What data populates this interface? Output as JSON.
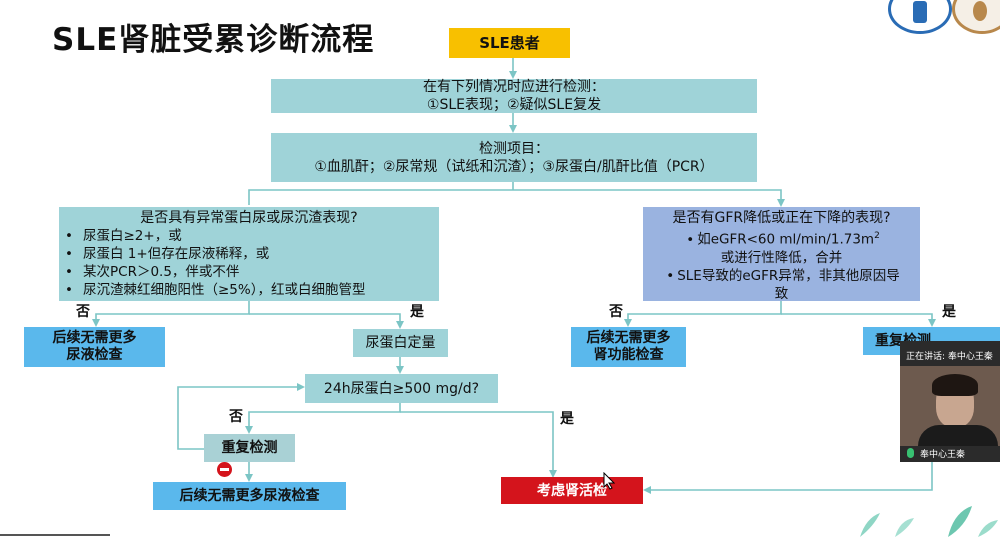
{
  "title": "SLE肾脏受累诊断流程",
  "nodes": {
    "start": "SLE患者",
    "screen_line1": "在有下列情况时应进行检测：",
    "screen_line2": "①SLE表现；②疑似SLE复发",
    "tests_line1": "检测项目：",
    "tests_line2": "①血肌酐；②尿常规（试纸和沉渣）；③尿蛋白/肌酐比值（PCR）",
    "left_q_title": "是否具有异常蛋白尿或尿沉渣表现?",
    "left_q_items": [
      "尿蛋白≥2+，或",
      "尿蛋白 1+但存在尿液稀释，或",
      "某次PCR＞0.5，伴或不伴",
      "尿沉渣棘红细胞阳性（≥5%），红或白细胞管型"
    ],
    "right_q_title": "是否有GFR降低或正在下降的表现?",
    "right_q_item1_a": "如eGFR<60 ml/min/1.73m",
    "right_q_item1_sup": "2",
    "right_q_item1_b": "或进行性降低，合并",
    "right_q_item2_a": "SLE导致的eGFR异常，非其他原因导",
    "right_q_item2_b": "致",
    "left_no_line1": "后续无需更多",
    "left_no_line2": "尿液检查",
    "quantify": "尿蛋白定量",
    "right_no_line1": "后续无需更多",
    "right_no_line2": "肾功能检查",
    "right_yes": "重复检测",
    "q24h": "24h尿蛋白≥500 mg/d?",
    "repeat": "重复检测",
    "final_no": "后续无需更多尿液检查",
    "biopsy": "考虑肾活检"
  },
  "labels": {
    "no": "否",
    "yes": "是"
  },
  "video": {
    "speaking": "正在讲话: 奉中心王秦",
    "name": "奉中心王秦"
  },
  "colors": {
    "teal": "#9fd3d8",
    "blue": "#9ab3e0",
    "sky": "#5ab8ec",
    "yellow": "#f8c000",
    "red": "#d4141c",
    "arrow": "#7cc5c5"
  }
}
